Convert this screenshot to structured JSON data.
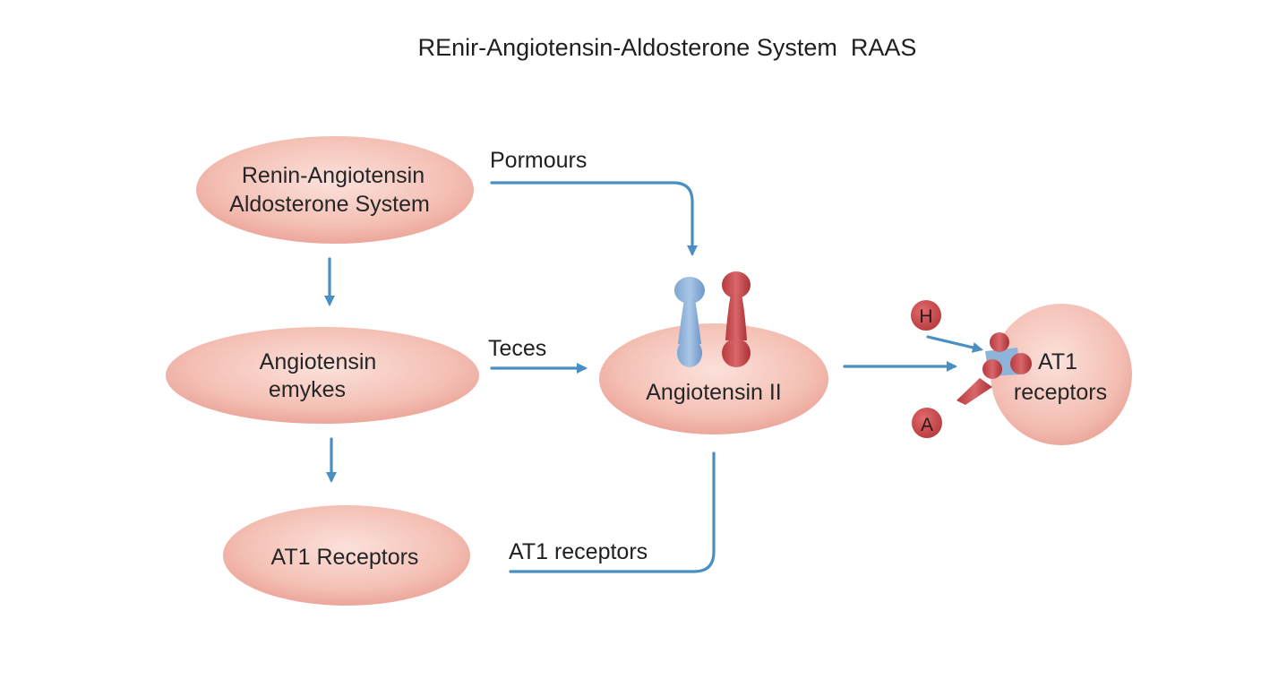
{
  "title": "REnir-Angiotensin-Aldosterone System  RAAS",
  "colors": {
    "node_fill_light": "#fbe0da",
    "node_fill_mid": "#f3b9ae",
    "node_fill_dark": "#eaa296",
    "arrow": "#4a8fc2",
    "molecule_blue": "#8fb4da",
    "molecule_red": "#c9474a",
    "badge_fill": "#c9474a"
  },
  "nodes": {
    "raas": {
      "line1": "Renin-Angiotensin",
      "line2": "Aldosterone System"
    },
    "enzymes": {
      "line1": "Angiotensin",
      "line2": "emykes"
    },
    "at1_left": {
      "label": "AT1 Receptors"
    },
    "ang2": {
      "label": "Angiotensin II"
    },
    "at1_right": {
      "line1": "AT1",
      "line2": "receptors"
    }
  },
  "edge_labels": {
    "pormours": "Pormours",
    "teces": "Teces",
    "at1_receptors": "AT1 receptors"
  },
  "badges": {
    "h": "H",
    "a": "A"
  }
}
